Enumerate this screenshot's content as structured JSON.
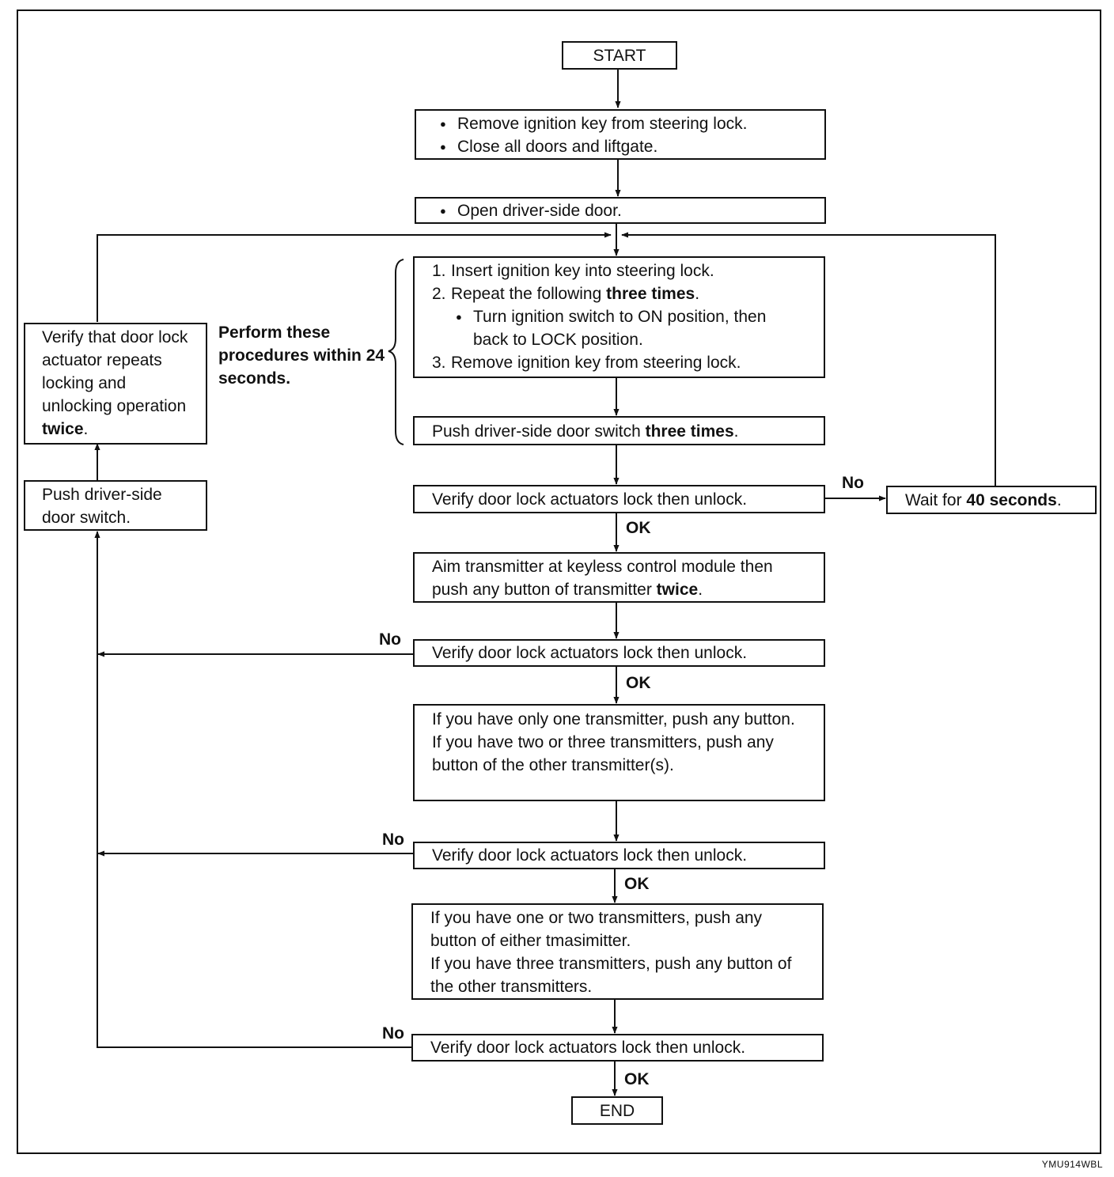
{
  "flow": {
    "start": "START",
    "prep": [
      "Remove ignition key from steering lock.",
      "Close all doors and liftgate."
    ],
    "open_door": "Open driver-side door.",
    "steps": {
      "s1": "1.",
      "t1": "Insert ignition key into steering lock.",
      "s2": "2.",
      "t2a": "Repeat the following ",
      "t2b": "three times",
      "t2c": ".",
      "t2sub": "Turn ignition switch to ON position, then back to LOCK position.",
      "s3": "3.",
      "t3": "Remove ignition key from steering lock."
    },
    "push_switch": {
      "a": "Push driver-side door switch ",
      "b": "three times",
      "c": "."
    },
    "time_note": "Perform these procedures within 24 seconds.",
    "verify": "Verify door lock actuators lock then unlock.",
    "wait": {
      "a": "Wait for ",
      "b": "40 seconds",
      "c": "."
    },
    "aim": {
      "a": "Aim transmitter at keyless control module then push any button of transmitter ",
      "b": "twice",
      "c": "."
    },
    "trans_two_three": [
      "If you have only one transmitter, push any button.",
      "If you have two or three transmitters, push any button of the other transmitter(s)."
    ],
    "trans_three": [
      "If you have one or two transmitters, push any button of either tmasimitter.",
      "If you have three transmitters, push any button of the other transmitters."
    ],
    "left_verify": {
      "a": "Verify that door lock actuator repeats locking and unlocking operation ",
      "b": "twice",
      "c": "."
    },
    "left_push": "Push driver-side door switch.",
    "end": "END",
    "labels": {
      "no": "No",
      "ok": "OK"
    }
  },
  "figure_code": "YMU914WBL"
}
